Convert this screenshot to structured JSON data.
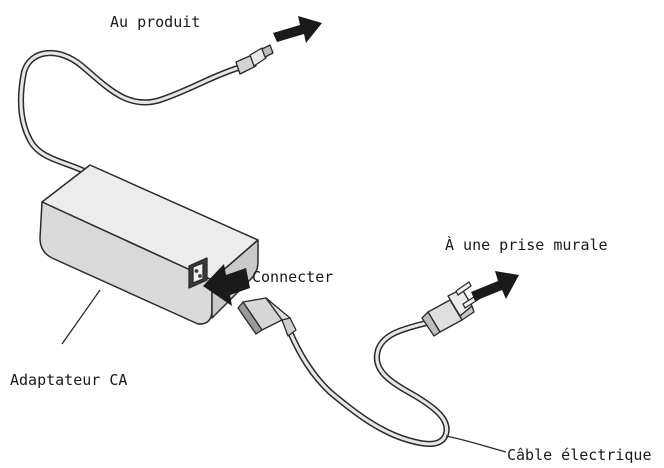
{
  "labels": {
    "to_product": "Au produit",
    "to_wall_outlet": "À une prise murale",
    "connect": "Connecter",
    "ac_adapter": "Adaptateur CA",
    "power_cable": "Câble électrique"
  },
  "colors": {
    "line": "#2a2a2a",
    "cable_fill": "#e6e6e6",
    "adapter_light": "#ececec",
    "adapter_mid": "#d9d9d9",
    "adapter_dark": "#c9c9c9",
    "arrow": "#1a1a1a"
  }
}
